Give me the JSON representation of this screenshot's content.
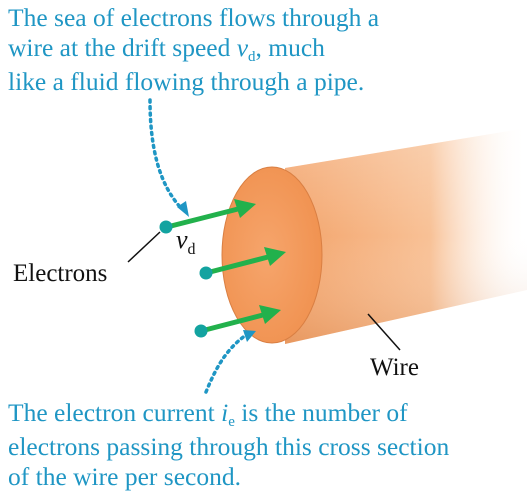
{
  "top_caption": {
    "line1": "The sea of electrons flows through a",
    "line2_prefix": "wire at the drift speed ",
    "line2_symbol": "v",
    "line2_subscript": "d",
    "line2_suffix": ", much",
    "line3": "like a fluid flowing through a pipe."
  },
  "labels": {
    "electrons": "Electrons",
    "wire": "Wire",
    "drift_symbol": "v",
    "drift_subscript": "d"
  },
  "bottom_caption": {
    "line1_prefix": "The electron current ",
    "line1_symbol": "i",
    "line1_subscript": "e",
    "line1_suffix": " is the number of",
    "line2": "electrons passing through this cross section",
    "line3": "of the wire per second."
  },
  "colors": {
    "caption_text": "#1f96c4",
    "electron_dot": "#13a3a0",
    "arrow": "#22b14c",
    "wire_body": "#f6b07a",
    "wire_face": "#f39a5e",
    "dotted_pointer": "#1f96c4"
  }
}
